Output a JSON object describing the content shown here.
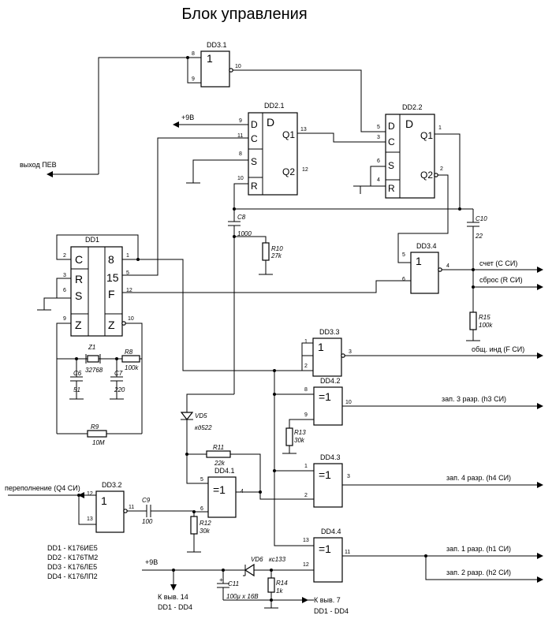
{
  "title": "Блок управления",
  "chips": {
    "dd31": {
      "name": "DD3.1",
      "sym": "1",
      "p8": "8",
      "p9": "9",
      "p10": "10"
    },
    "dd21": {
      "name": "DD2.1",
      "d": "D",
      "c": "C",
      "s": "S",
      "r": "R",
      "q1": "Q1",
      "q2": "Q2",
      "p9": "9",
      "p11": "11",
      "p8": "8",
      "p10": "10",
      "p13": "13",
      "p12": "12"
    },
    "dd22": {
      "name": "DD2.2",
      "d": "D",
      "c": "C",
      "s": "S",
      "r": "R",
      "q1": "Q1",
      "q2": "Q2",
      "p5": "5",
      "p3": "3",
      "p6": "6",
      "p4": "4",
      "p1": "1",
      "p2": "2"
    },
    "dd1": {
      "name": "DD1",
      "c": "C",
      "r": "R",
      "s": "S",
      "z": "Z",
      "o8": "8",
      "o15": "15",
      "of": "F",
      "oz": "Z",
      "p2": "2",
      "p3": "3",
      "p6": "6",
      "p9": "9",
      "p1": "1",
      "p5": "5",
      "p12": "12",
      "p10": "10"
    },
    "dd34": {
      "name": "DD3.4",
      "sym": "1",
      "p5": "5",
      "p6": "6",
      "p4": "4"
    },
    "dd33": {
      "name": "DD3.3",
      "sym": "1",
      "p1": "1",
      "p2": "2",
      "p3": "3"
    },
    "dd42": {
      "name": "DD4.2",
      "sym": "=1",
      "p8": "8",
      "p9": "9",
      "p10": "10"
    },
    "dd43": {
      "name": "DD4.3",
      "sym": "=1",
      "p1": "1",
      "p2": "2",
      "p3": "3"
    },
    "dd41": {
      "name": "DD4.1",
      "sym": "=1",
      "p5": "5",
      "p6": "6",
      "p4": "4"
    },
    "dd32": {
      "name": "DD3.2",
      "sym": "1",
      "p12": "12",
      "p13": "13",
      "p11": "11"
    },
    "dd44": {
      "name": "DD4.4",
      "sym": "=1",
      "p13": "13",
      "p12": "12",
      "p11": "11"
    }
  },
  "parts": {
    "c8": {
      "name": "C8",
      "value": "1000"
    },
    "r10": {
      "name": "R10",
      "value": "27k"
    },
    "c10": {
      "name": "C10",
      "value": "22"
    },
    "r15": {
      "name": "R15",
      "value": "100k"
    },
    "z1": {
      "name": "Z1",
      "value": "32768"
    },
    "r8": {
      "name": "R8",
      "value": "100k"
    },
    "c6": {
      "name": "C6",
      "value": "51"
    },
    "c7": {
      "name": "C7",
      "value": "220"
    },
    "r9": {
      "name": "R9",
      "value": "10M"
    },
    "vd5": {
      "name": "VD5",
      "value": "кд522"
    },
    "r13": {
      "name": "R13",
      "value": "30k"
    },
    "r11": {
      "name": "R11",
      "value": "22k"
    },
    "c9": {
      "name": "C9",
      "value": "100"
    },
    "r12": {
      "name": "R12",
      "value": "30k"
    },
    "vd6": {
      "name": "VD6",
      "value": "кс133"
    },
    "c11": {
      "name": "C11",
      "value": "100µ x 16В",
      "plus": "+"
    },
    "r14": {
      "name": "R14",
      "value": "1k"
    }
  },
  "signals": {
    "vcc_top": "+9В",
    "vcc_bot": "+9В",
    "pev_out": "выход ПЕВ",
    "count": "счет (С СИ)",
    "reset": "сброс (R СИ)",
    "common": "общ. инд (F СИ)",
    "h3": "зап. 3 разр. (h3 СИ)",
    "h4": "зап. 4 разр. (h4 СИ)",
    "overflow": "переполнение (Q4 СИ)",
    "h1": "зап. 1 разр. (h1 СИ)",
    "h2": "зап. 2 разр. (h2 СИ)",
    "pin14_a": "К выв. 14",
    "pin14_b": "DD1 - DD4",
    "pin7_a": "К выв. 7",
    "pin7_b": "DD1 - DD4"
  },
  "legend": [
    "DD1 - К176ИЕ5",
    "DD2 - К176ТМ2",
    "DD3 - К176ЛЕ5",
    "DD4 - К176ЛП2"
  ]
}
